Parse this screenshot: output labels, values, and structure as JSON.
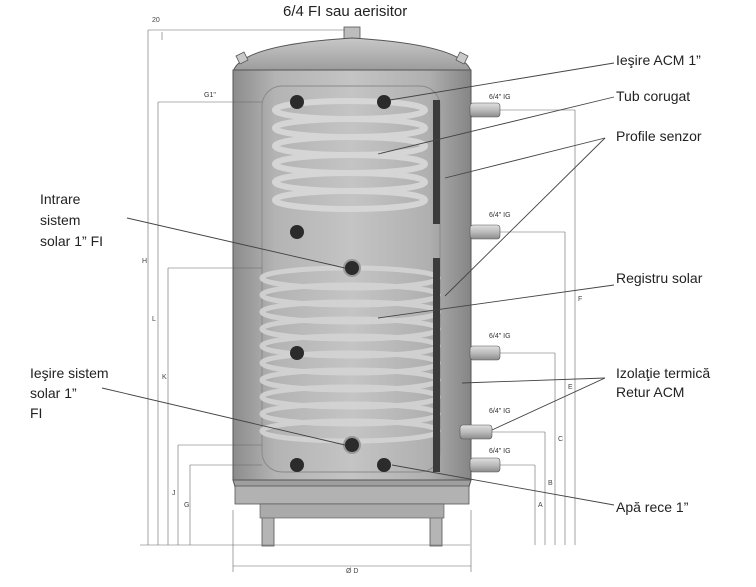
{
  "title": "6/4 FI sau aerisitor",
  "labels": {
    "iesire_acm": "Ieşire ACM 1”",
    "tub_corugat": "Tub corugat",
    "profile_senzor": "Profile senzor",
    "intrare_solar_1": "Intrare",
    "intrare_solar_2": "sistem",
    "intrare_solar_3": "solar 1” FI",
    "registru_solar": "Registru solar",
    "iesire_solar_1": "Ieşire sistem",
    "iesire_solar_2": "solar 1”",
    "iesire_solar_3": "FI",
    "izolatie": "Izolaţie termică",
    "retur_acm": "Retur ACM",
    "apa_rece": "Apă rece 1”"
  },
  "port_labels": {
    "g1": "G1\"",
    "p1": "6/4\" IG",
    "p2": "6/4\" IG",
    "p3": "6/4\" IG",
    "p4": "6/4\" IG",
    "p5": "6/4\" IG"
  },
  "dims": {
    "top": "20",
    "H": "H",
    "L": "L",
    "K": "K",
    "J": "J",
    "G": "G",
    "F": "F",
    "E": "E",
    "C": "C",
    "B": "B",
    "A": "A",
    "D": "Ø D"
  },
  "colors": {
    "tank_body": "#a9a9a9",
    "tank_dark": "#7d7d7d",
    "coil": "#c8c8c8",
    "line": "#333333"
  }
}
